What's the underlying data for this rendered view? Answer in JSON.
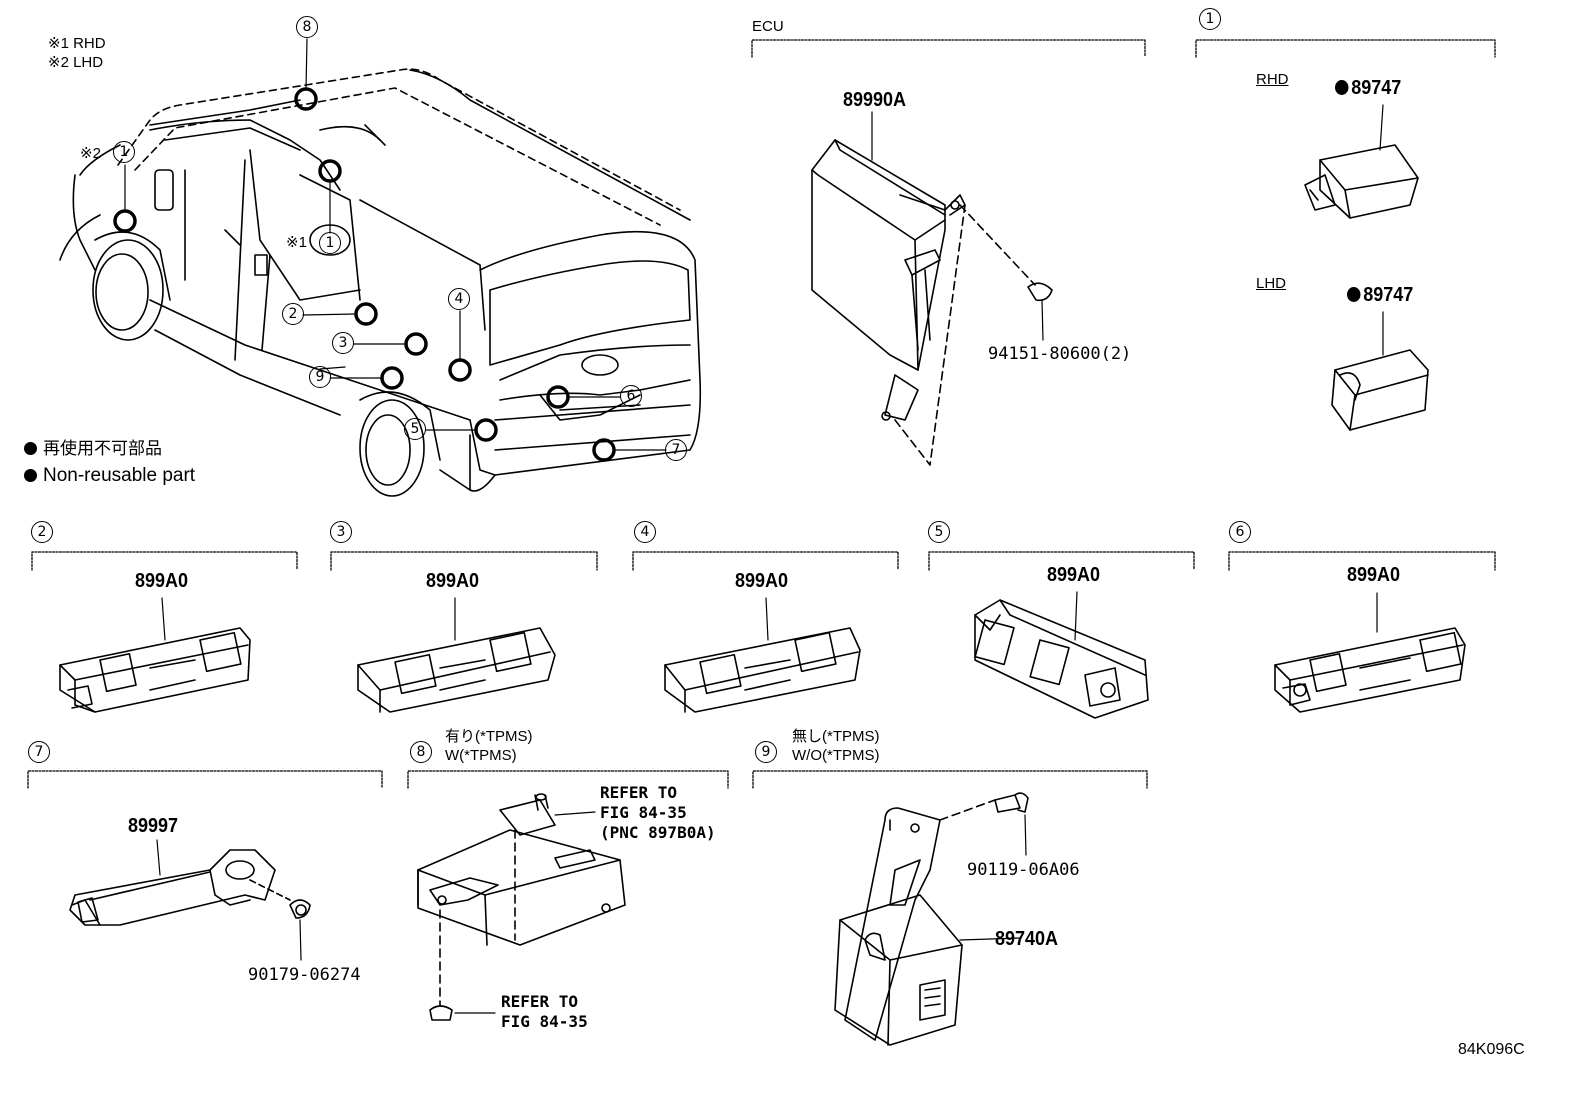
{
  "notes": {
    "rhd": "※1 RHD",
    "lhd": "※2 LHD"
  },
  "legend": {
    "jp": "再使用不可部品",
    "en": "Non-reusable part"
  },
  "callouts": [
    "1",
    "2",
    "3",
    "4",
    "5",
    "6",
    "7",
    "8",
    "9"
  ],
  "van_marks": {
    "m2": "※2",
    "m1": "※1"
  },
  "ecu": {
    "title": "ECU",
    "part": "89990A",
    "nut": "94151-80600(2)"
  },
  "sec1": {
    "num": "1",
    "rhd_label": "RHD",
    "lhd_label": "LHD",
    "rhd_part": "89747",
    "lhd_part": "89747"
  },
  "sensors": [
    {
      "num": "2",
      "part": "899A0"
    },
    {
      "num": "3",
      "part": "899A0"
    },
    {
      "num": "4",
      "part": "899A0"
    },
    {
      "num": "5",
      "part": "899A0"
    },
    {
      "num": "6",
      "part": "899A0"
    }
  ],
  "sec7": {
    "num": "7",
    "part": "89997",
    "clip": "90179-06274"
  },
  "sec8": {
    "num": "8",
    "cond_jp": "有り(*TPMS)",
    "cond_en": "W(*TPMS)",
    "ref1_line1": "REFER TO",
    "ref1_line2": "FIG 84-35",
    "ref1_line3": "(PNC 897B0A)",
    "ref2_line1": "REFER TO",
    "ref2_line2": "FIG 84-35"
  },
  "sec9": {
    "num": "9",
    "cond_jp": "無し(*TPMS)",
    "cond_en": "W/O(*TPMS)",
    "bolt": "90119-06A06",
    "part": "89740A"
  },
  "figure_code": "84K096C"
}
